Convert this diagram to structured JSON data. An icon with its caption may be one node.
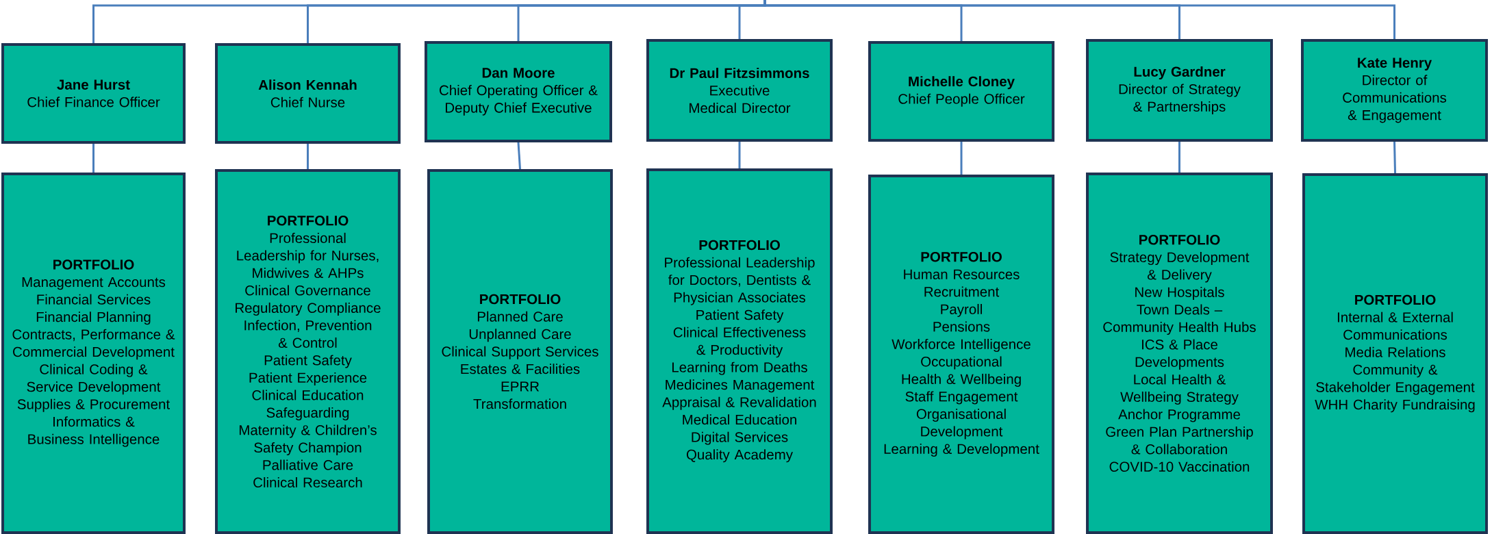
{
  "diagram": {
    "nodes": [
      {
        "text": [
          "Jane Hurst",
          "Chief Finance Officer"
        ]
      },
      {
        "text": [
          "Alison Kennah",
          "Chief Nurse"
        ]
      },
      {
        "text": [
          "Dan Moore",
          "Chief Operating Officer & Deputy Chief Executive"
        ]
      },
      {
        "text": [
          "Dr Paul Fitzsimmons",
          "Executive Medical Director"
        ]
      },
      {
        "text": [
          "Michelle Cloney",
          "Chief People Officer"
        ]
      },
      {
        "text": [
          "Lucy Gardner",
          "Director of Strategy & Partnerships"
        ]
      },
      {
        "text": [
          "Kate Henry",
          "Director of Communications & Engagement"
        ]
      },
      {
        "text": [
          "PORTFOLIO",
          "Management Accounts",
          "Financial Services",
          "Financial Planning",
          "Contracts, Performance & Commercial Development",
          "Clinical Coding & Service Development",
          "Supplies & Procurement",
          "Informatics & Business Intelligence"
        ]
      },
      {
        "text": [
          "PORTFOLIO",
          "Professional Leadership for Nurses, Midwives & AHPs",
          "Clinical Governance",
          "Regulatory Compliance",
          "Infection, Prevention & Control",
          "Patient Safety",
          "Patient Experience",
          "Clinical Education",
          "Safeguarding",
          "Maternity & Children’s Safety Champion",
          "Palliative Care",
          "Clinical Research"
        ]
      },
      {
        "text": [
          "PORTFOLIO",
          "Planned Care",
          "Unplanned Care",
          "Clinical Support Services",
          "Estates & Facilities",
          "EPRR",
          "Transformation"
        ]
      },
      {
        "text": [
          "PORTFOLIO",
          "Professional Leadership for Doctors, Dentists & Physician Associates",
          "Patient Safety",
          "Clinical Effectiveness & Productivity",
          "Learning from Deaths",
          "Medicines Management",
          "Appraisal & Revalidation",
          "Medical Education",
          "Digital Services",
          "Quality Academy"
        ]
      },
      {
        "text": [
          "PORTFOLIO",
          "Human Resources",
          "Recruitment",
          "Payroll",
          "Pensions",
          "Workforce Intelligence",
          "Occupational Health & Wellbeing",
          "Staff Engagement",
          "Organisational Development",
          "Learning & Development"
        ]
      },
      {
        "text": [
          "PORTFOLIO",
          "Strategy Development & Delivery",
          "New Hospitals",
          "Town Deals – Community Health Hubs",
          "ICS & Place Developments",
          "Local Health & Wellbeing Strategy",
          "Anchor Programme",
          "Green Plan Partnership & Collaboration",
          "COVID-10 Vaccination"
        ]
      },
      {
        "text": [
          "PORTFOLIO",
          "Internal & External Communications",
          "Media Relations",
          "Community & Stakeholder Engagement",
          "WHH Charity Fundraising"
        ]
      }
    ],
    "edges": [
      {
        "from": null,
        "to": 0,
        "arrow": "none"
      },
      {
        "from": null,
        "to": 1,
        "arrow": "none"
      },
      {
        "from": null,
        "to": 2,
        "arrow": "none"
      },
      {
        "from": null,
        "to": 3,
        "arrow": "none"
      },
      {
        "from": null,
        "to": 4,
        "arrow": "none"
      },
      {
        "from": null,
        "to": 5,
        "arrow": "none"
      },
      {
        "from": null,
        "to": 6,
        "arrow": "none"
      },
      {
        "from": 0,
        "to": 7,
        "arrow": "none"
      },
      {
        "from": 1,
        "to": 8,
        "arrow": "none"
      },
      {
        "from": 2,
        "to": 9,
        "arrow": "none"
      },
      {
        "from": 3,
        "to": 10,
        "arrow": "none"
      },
      {
        "from": 4,
        "to": 11,
        "arrow": "none"
      },
      {
        "from": 5,
        "to": 12,
        "arrow": "none"
      },
      {
        "from": 6,
        "to": 13,
        "arrow": "none"
      }
    ]
  }
}
